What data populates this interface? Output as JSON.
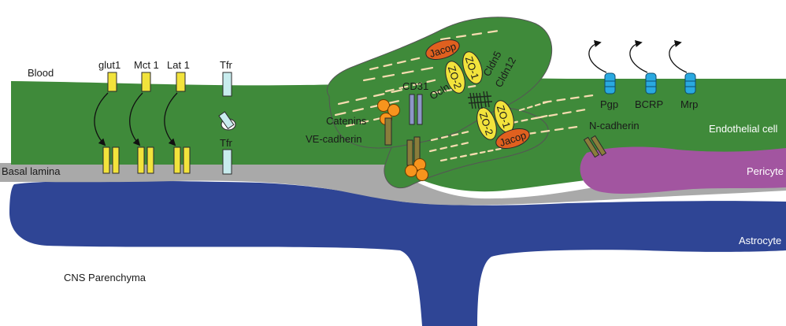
{
  "colors": {
    "endothelial": "#3f8a3a",
    "basal_lamina": "#a9a9a9",
    "astrocyte": "#2f4595",
    "pericyte": "#a255a0",
    "transporter": "#f2e33c",
    "tfr": "#c8ecee",
    "efflux_pump": "#29a9e0",
    "zo_protein": "#f2e33c",
    "jacop": "#e0601f",
    "catenin": "#f7941d",
    "cd31": "#8d96c8",
    "cadherin": "#8a7d3b",
    "junction_dash": "#f6dcb0"
  },
  "regions": {
    "blood": "Blood",
    "basal_lamina": "Basal lamina",
    "cns_parenchyma": "CNS Parenchyma",
    "endothelial_cell": "Endothelial cell",
    "pericyte": "Pericyte",
    "astrocyte": "Astrocyte"
  },
  "transporters": {
    "glut1": "glut1",
    "mct1": "Mct 1",
    "lat1": "Lat 1",
    "tfr_top": "Tfr",
    "tfr_bottom": "Tfr"
  },
  "junction": {
    "jacop_top": "Jacop",
    "jacop_bottom": "Jacop",
    "zo1_top": "ZO-1",
    "zo2_top": "ZO-2",
    "zo1_bottom": "ZO-1",
    "zo2_bottom": "ZO-2",
    "ocln": "Ocln",
    "cldn5": "Cldn5",
    "cldn12": "Cldn12",
    "cd31": "CD31",
    "catenins": "Catenins",
    "ve_cadherin": "VE-cadherin",
    "n_cadherin": "N-cadherin"
  },
  "efflux": {
    "pgp": "Pgp",
    "bcrp": "BCRP",
    "mrp": "Mrp"
  }
}
